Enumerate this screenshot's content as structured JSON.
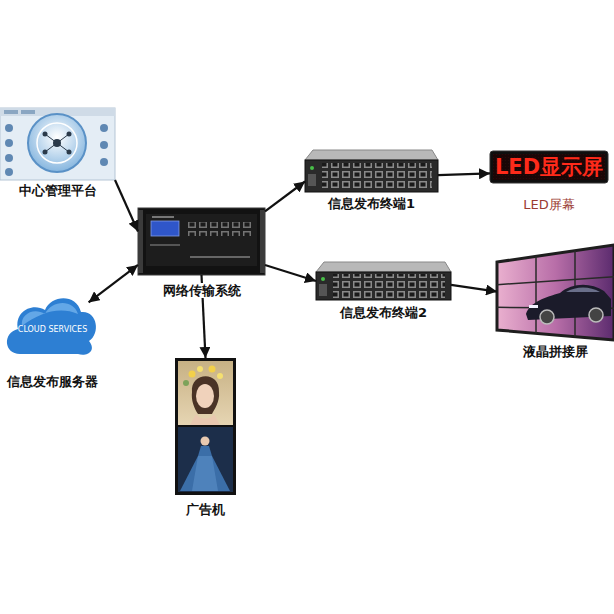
{
  "diagram": {
    "nodes": [
      {
        "text": [
          "中心管理平台"
        ]
      },
      {
        "text": [
          "网络传输系统"
        ]
      },
      {
        "text": [
          "信息发布终端1"
        ]
      },
      {
        "text": [
          "LED显示屏",
          "LED屏幕"
        ]
      },
      {
        "text": [
          "信息发布终端2"
        ]
      },
      {
        "text": [
          "液晶拼接屏"
        ]
      },
      {
        "text": [
          "CLOUD SERVICES",
          "信息发布服务器"
        ]
      },
      {
        "text": [
          "广告机"
        ]
      }
    ],
    "edges": [
      {
        "from": 0,
        "to": 1,
        "arrow": "to"
      },
      {
        "from": 1,
        "to": 2,
        "arrow": "to"
      },
      {
        "from": 2,
        "to": 3,
        "arrow": "to"
      },
      {
        "from": 1,
        "to": 4,
        "arrow": "to"
      },
      {
        "from": 4,
        "to": 5,
        "arrow": "to"
      },
      {
        "from": 1,
        "to": 6,
        "arrow": "both"
      },
      {
        "from": 1,
        "to": 7,
        "arrow": "to"
      }
    ]
  }
}
